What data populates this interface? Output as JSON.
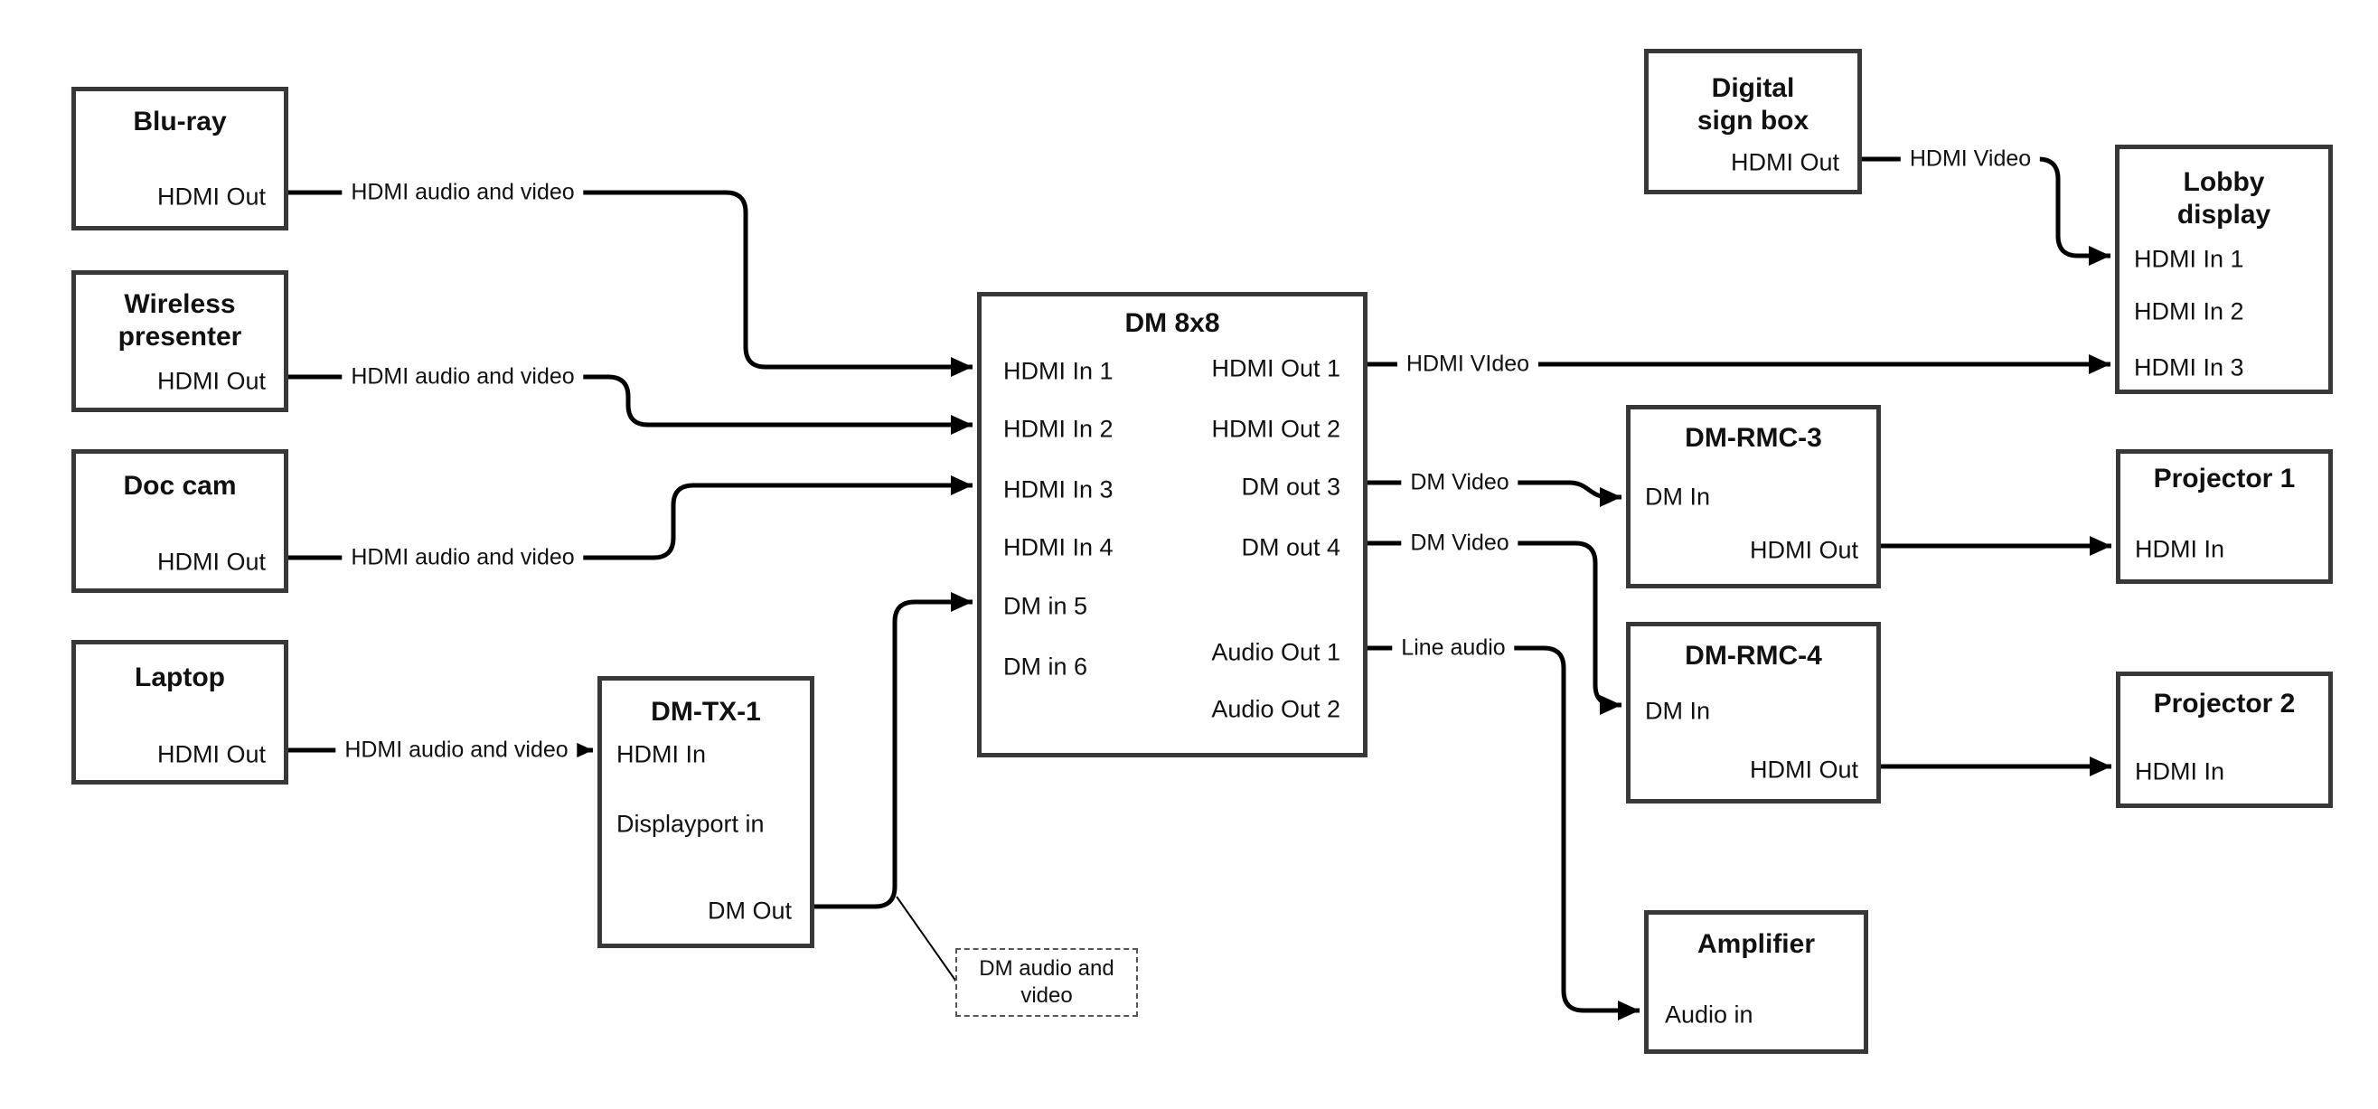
{
  "nodes": {
    "bluray": {
      "title": "Blu-ray",
      "hdmi_out": "HDMI Out"
    },
    "wireless": {
      "title": "Wireless presenter",
      "hdmi_out": "HDMI Out"
    },
    "doc_cam": {
      "title": "Doc cam",
      "hdmi_out": "HDMI Out"
    },
    "laptop": {
      "title": "Laptop",
      "hdmi_out": "HDMI Out"
    },
    "dm_tx_1": {
      "title": "DM-TX-1",
      "hdmi_in": "HDMI In",
      "displayport_in": "Displayport in",
      "dm_out": "DM Out"
    },
    "dm_8x8": {
      "title": "DM 8x8",
      "hdmi_in_1": "HDMI In 1",
      "hdmi_in_2": "HDMI In 2",
      "hdmi_in_3": "HDMI In 3",
      "hdmi_in_4": "HDMI In 4",
      "dm_in_5": "DM in 5",
      "dm_in_6": "DM in 6",
      "hdmi_out_1": "HDMI Out 1",
      "hdmi_out_2": "HDMI Out 2",
      "dm_out_3": "DM out 3",
      "dm_out_4": "DM out 4",
      "audio_out_1": "Audio Out 1",
      "audio_out_2": "Audio Out 2"
    },
    "digital_sign": {
      "title": "Digital sign box",
      "hdmi_out": "HDMI Out"
    },
    "lobby_display": {
      "title": "Lobby display",
      "hdmi_in_1": "HDMI In 1",
      "hdmi_in_2": "HDMI In 2",
      "hdmi_in_3": "HDMI In 3"
    },
    "dm_rmc_3": {
      "title": "DM-RMC-3",
      "dm_in": "DM In",
      "hdmi_out": "HDMI Out"
    },
    "projector_1": {
      "title": "Projector 1",
      "hdmi_in": "HDMI In"
    },
    "dm_rmc_4": {
      "title": "DM-RMC-4",
      "dm_in": "DM In",
      "hdmi_out": "HDMI Out"
    },
    "projector_2": {
      "title": "Projector 2",
      "hdmi_in": "HDMI In"
    },
    "amplifier": {
      "title": "Amplifier",
      "audio_in": "Audio in"
    }
  },
  "wire_labels": {
    "bluray_to_dm8x8": "HDMI audio and video",
    "wireless_to_dm8x8": "HDMI audio and video",
    "doccam_to_dm8x8": "HDMI audio and video",
    "laptop_to_dmtx": "HDMI audio and video",
    "sign_to_lobby": "HDMI Video",
    "hdmi_out_1_wire": "HDMI VIdeo",
    "dm_out_3_wire": "DM Video",
    "dm_out_4_wire": "DM Video",
    "audio_out_1_wire": "Line audio"
  },
  "note": {
    "text": "DM audio and video"
  },
  "colors": {
    "wire": "#000000",
    "box_border": "#383838",
    "background": "#ffffff",
    "text": "#111111"
  }
}
